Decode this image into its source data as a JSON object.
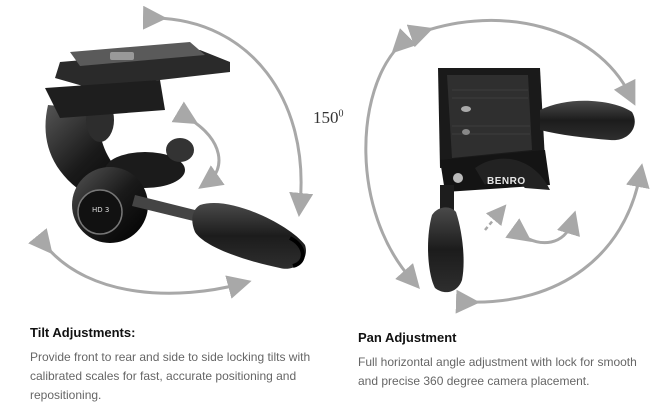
{
  "angle_label": {
    "value": "150",
    "unit": "0"
  },
  "left_head": {
    "badge_text": "HD 3"
  },
  "right_head": {
    "brand": "BENRO"
  },
  "tilt": {
    "title": "Tilt Adjustments:",
    "description": "Provide front to rear and side to side locking tilts with calibrated scales for fast, accurate positioning and repositioning."
  },
  "pan": {
    "title": "Pan Adjustment",
    "description": "Full horizontal angle adjustment with lock for smooth and precise 360 degree camera placement."
  },
  "colors": {
    "arrow": "#a8a8a8",
    "body": "#1a1a1a",
    "text_muted": "#666666"
  }
}
